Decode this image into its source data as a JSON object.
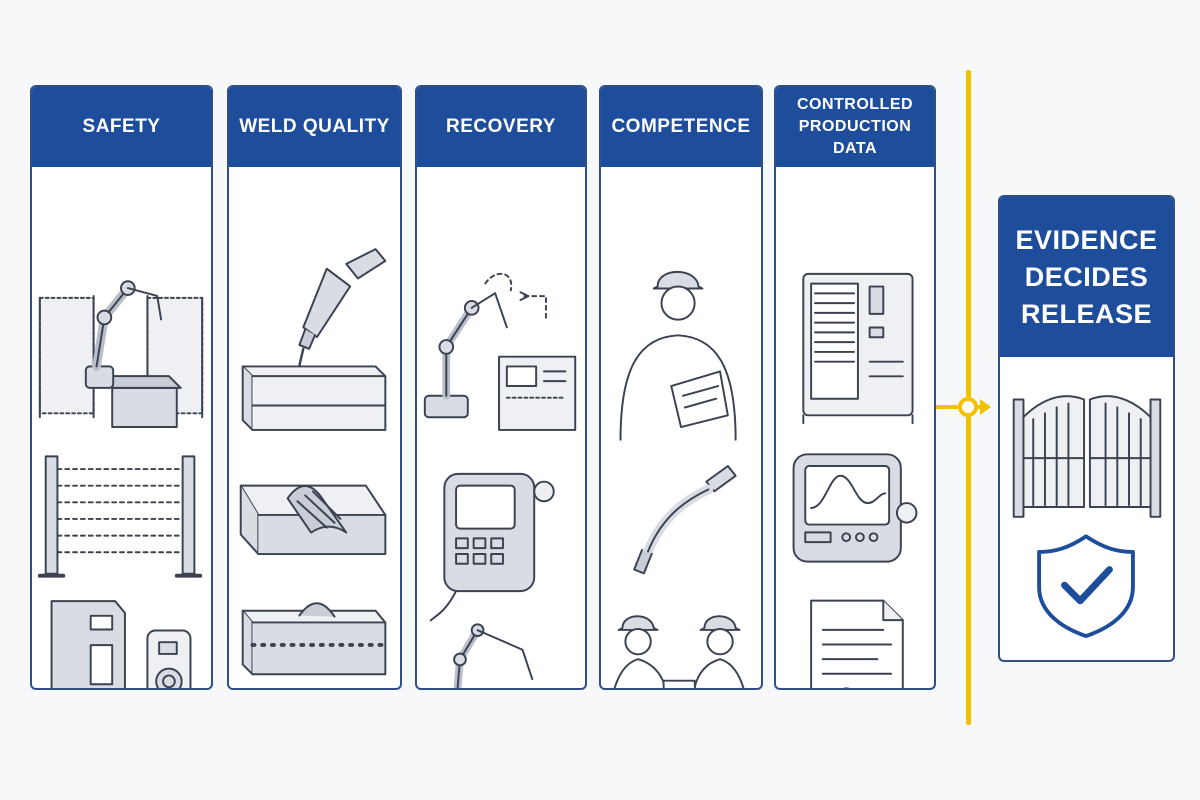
{
  "columns": [
    {
      "id": "safety",
      "title": "SAFETY",
      "icons": [
        "robot-cell-icon",
        "light-curtain-icon",
        "safety-relay-icon",
        "emergency-stop-icon"
      ]
    },
    {
      "id": "weld-quality",
      "title": "WELD QUALITY",
      "icons": [
        "welding-torch-icon",
        "weld-bead-icon",
        "weld-defect-section-icon",
        "weld-inspection-plate-icon"
      ]
    },
    {
      "id": "recovery",
      "title": "RECOVERY",
      "icons": [
        "robot-controller-icon",
        "teach-pendant-icon",
        "robot-return-home-icon"
      ]
    },
    {
      "id": "competence",
      "title": "COMPETENCE",
      "icons": [
        "operator-checklist-icon",
        "welding-torch-handheld-icon",
        "peer-review-icon"
      ]
    },
    {
      "id": "controlled-data",
      "title": "CONTROLLED PRODUCTION DATA",
      "icons": [
        "controller-cabinet-icon",
        "weld-monitor-icon",
        "data-report-icon"
      ]
    }
  ],
  "result": {
    "title": "EVIDENCE DECIDES RELEASE",
    "icons": [
      "release-gate-icon",
      "shield-check-icon"
    ]
  },
  "colors": {
    "header": "#1d4d9b",
    "border": "#2f4f86",
    "accent": "#f2c200",
    "line": "#3b4250",
    "fill": "#d9dde3"
  }
}
